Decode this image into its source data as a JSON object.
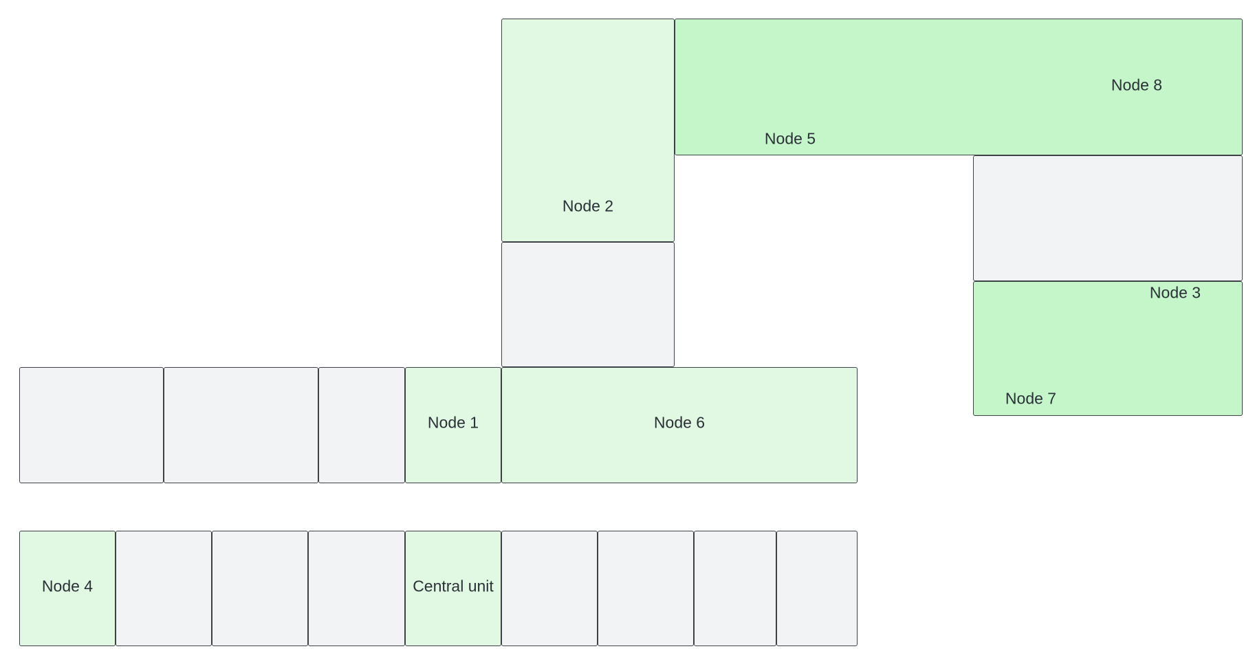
{
  "diagram": {
    "node_labels": {
      "node_1": "Node 1",
      "node_2": "Node 2",
      "node_3": "Node 3",
      "node_4": "Node 4",
      "node_5": "Node 5",
      "node_6": "Node 6",
      "node_7": "Node 7",
      "node_8": "Node 8",
      "central_unit": "Central unit"
    },
    "colors": {
      "empty_cell": "#f2f3f5",
      "node_light_green": "#e1f9e3",
      "node_mid_green": "#c4f6c9",
      "border": "#3d4046",
      "text": "#2b3038"
    }
  }
}
